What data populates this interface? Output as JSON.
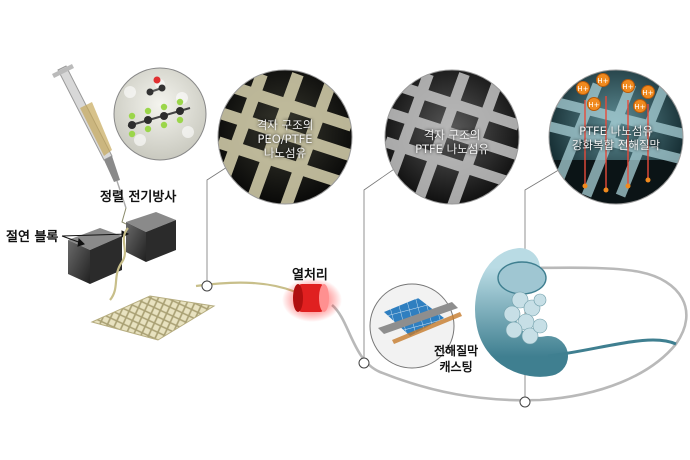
{
  "labels": {
    "electrospinning": "정렬 전기방사",
    "insulating_block": "절연 블록",
    "heat_treatment": "열처리",
    "casting_line1": "전해질막",
    "casting_line2": "캐스팅"
  },
  "circles": [
    {
      "lines": []
    },
    {
      "lines": [
        "격자 구조의",
        "PEO/PTFE",
        "나노섬유"
      ]
    },
    {
      "lines": [
        "격자 구조의",
        "PTFE 나노섬유"
      ]
    },
    {
      "lines": [
        "PTFE 나노섬유",
        "강화복합 전해질막"
      ]
    }
  ],
  "ions": [
    "H+",
    "H+",
    "H+",
    "H+",
    "H+",
    "H+"
  ],
  "colors": {
    "fiber": "#d9d2a6",
    "heater": "#e02020",
    "membrane": "#6aa7b8",
    "ion": "#f08a1e"
  }
}
